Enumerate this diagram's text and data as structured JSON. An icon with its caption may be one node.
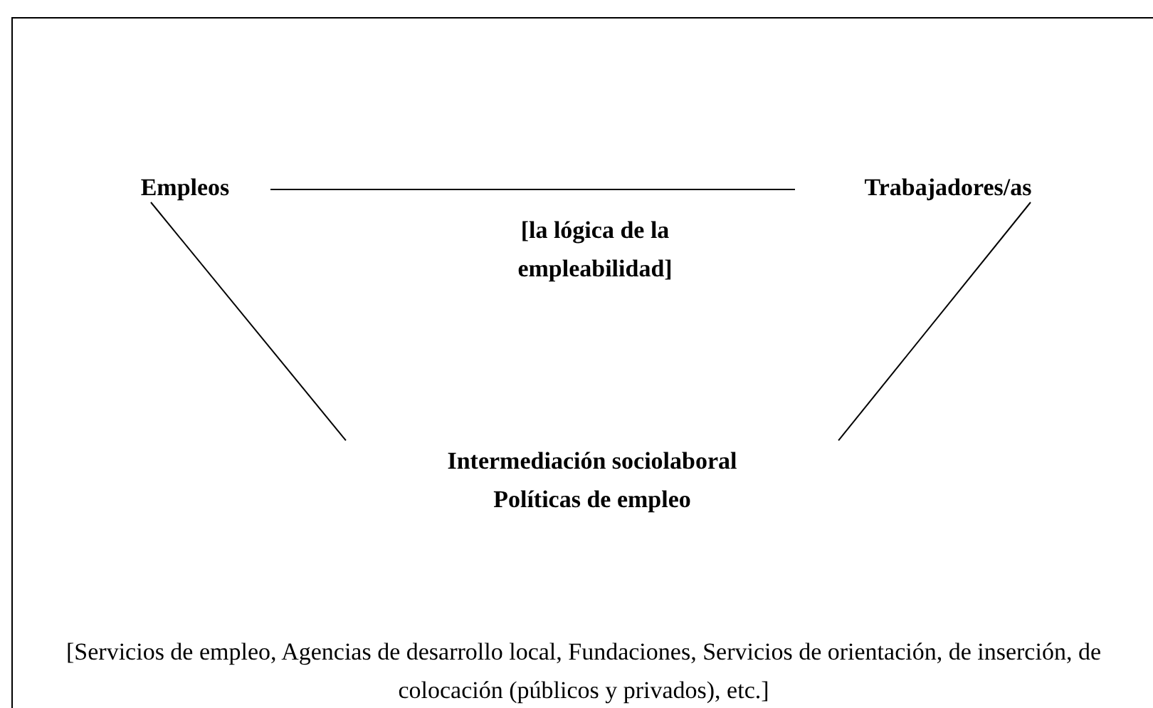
{
  "diagram": {
    "nodes": [
      {
        "text": [
          "Empleos"
        ]
      },
      {
        "text": [
          "Trabajadores/as"
        ]
      },
      {
        "text": [
          "Intermediación sociolaboral",
          "Políticas de empleo"
        ]
      }
    ],
    "edges": [
      {
        "from": 0,
        "to": 1,
        "arrow": "none"
      },
      {
        "from": 0,
        "to": 2,
        "arrow": "none"
      },
      {
        "from": 1,
        "to": 2,
        "arrow": "none"
      }
    ],
    "labels": [
      "[la lógica de la empleabilidad]",
      "[Servicios de empleo, Agencias de desarrollo local, Fundaciones, Servicios de orientación, de inserción, de colocación (públicos y privados), etc.]"
    ]
  }
}
